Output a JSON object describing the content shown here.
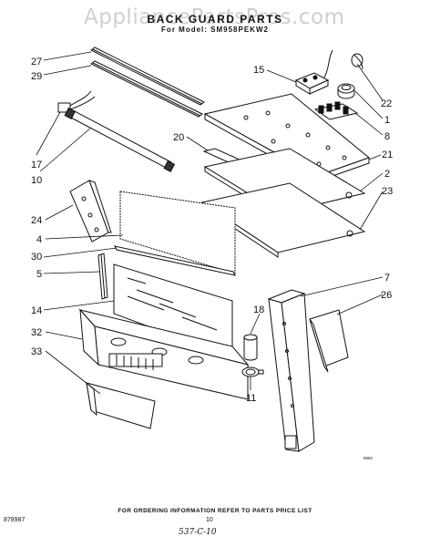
{
  "watermark": "AppliancePartsPros.com",
  "header": {
    "title": "BACK GUARD PARTS",
    "subtitle": "For Model: SM958PEKW2"
  },
  "callouts": {
    "c27": "27",
    "c29": "29",
    "c15": "15",
    "c22": "22",
    "c1": "1",
    "c8": "8",
    "c17": "17",
    "c10": "10",
    "c20": "20",
    "c21": "21",
    "c2": "2",
    "c23": "23",
    "c24": "24",
    "c4": "4",
    "c30": "30",
    "c5": "5",
    "c7": "7",
    "c26": "26",
    "c14": "14",
    "c18": "18",
    "c32": "32",
    "c33": "33",
    "c11": "11"
  },
  "footer": {
    "note": "FOR ORDERING INFORMATION REFER TO PARTS PRICE LIST",
    "page_number": "10",
    "document_number": "878987",
    "handwritten_code": "537-C-10",
    "small_code": "8852"
  }
}
